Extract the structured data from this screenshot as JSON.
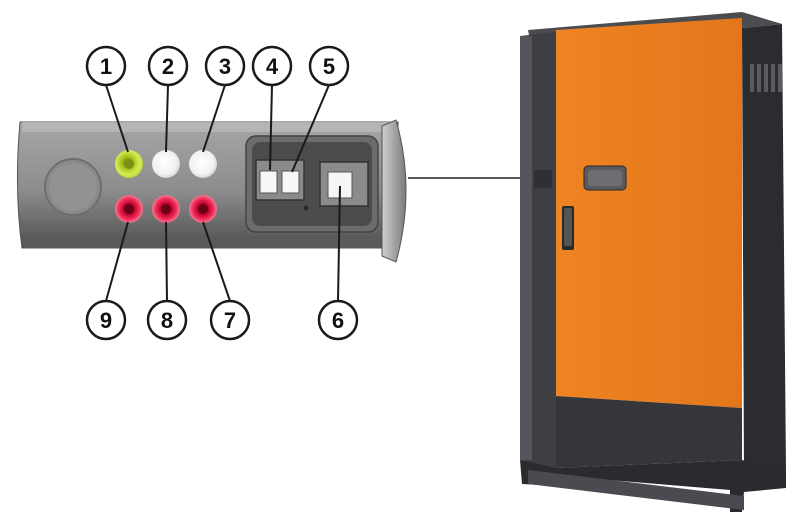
{
  "colors": {
    "background": "#ffffff",
    "panel_body": "#8e8e8e",
    "panel_highlight": "#bdbdbd",
    "panel_shadow": "#4a4a4a",
    "led_green": "#c6e23a",
    "led_white": "#f4f4f4",
    "led_red": "#e41545",
    "cabinet_door": "#ec7d1e",
    "cabinet_frame": "#3e3f43",
    "cabinet_frame_dark": "#25262a",
    "callout_stroke": "#1a1a1a"
  },
  "panel": {
    "leds": [
      {
        "id": "1",
        "color": "green"
      },
      {
        "id": "2",
        "color": "white"
      },
      {
        "id": "3",
        "color": "white"
      },
      {
        "id": "9",
        "color": "red"
      },
      {
        "id": "8",
        "color": "red"
      },
      {
        "id": "7",
        "color": "red"
      }
    ],
    "switches": [
      {
        "id": "4",
        "type": "double-rocker"
      },
      {
        "id": "5",
        "type": "rocker"
      },
      {
        "id": "6",
        "type": "single-rocker"
      }
    ]
  },
  "callouts": {
    "top": [
      "1",
      "2",
      "3",
      "4",
      "5"
    ],
    "bottom": [
      "9",
      "8",
      "7",
      "6"
    ]
  }
}
